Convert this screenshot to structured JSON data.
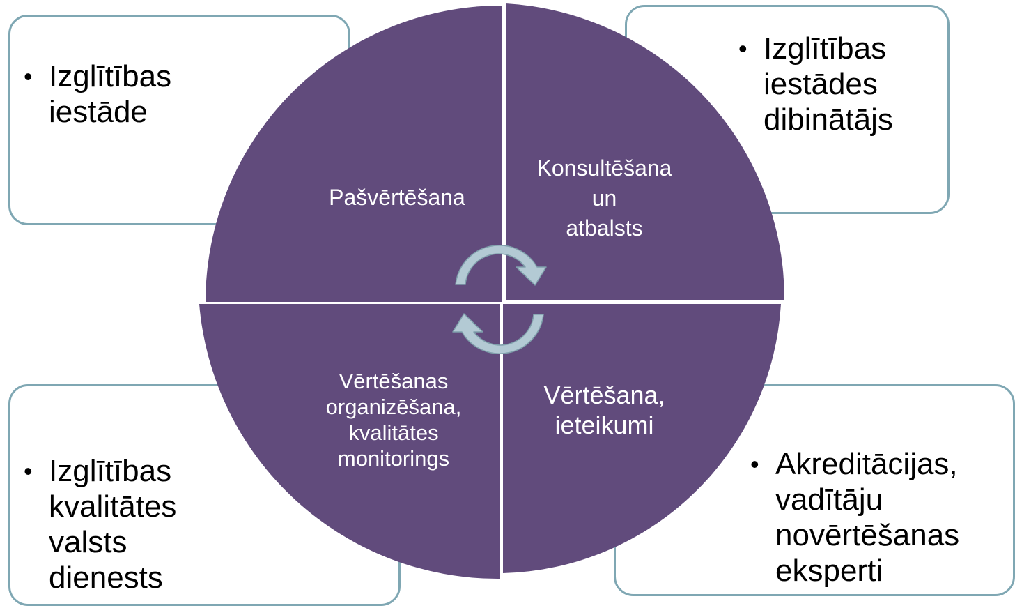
{
  "colors": {
    "quadrant_fill": "#614b7c",
    "box_border": "#7fa7b3",
    "arrow_fill": "#b3cad4",
    "arrow_outline": "#7f9fab"
  },
  "quadrants": {
    "top_left": {
      "lines": [
        "Pašvērtēšana"
      ]
    },
    "top_right": {
      "lines": [
        "Konsultēšana",
        "un",
        "atbalsts"
      ]
    },
    "bottom_left": {
      "lines": [
        "Vērtēšanas",
        "organizēšana,",
        "kvalitātes",
        "monitorings"
      ]
    },
    "bottom_right": {
      "lines": [
        "Vērtēšana,",
        "ieteikumi"
      ]
    }
  },
  "boxes": {
    "top_left": {
      "lines": [
        "Izglītības",
        "iestāde"
      ]
    },
    "top_right": {
      "lines": [
        "Izglītības",
        "iestādes",
        "dibinātājs"
      ]
    },
    "bottom_left": {
      "lines": [
        "Izglītības",
        "kvalitātes",
        "valsts",
        "dienests"
      ]
    },
    "bottom_right": {
      "lines": [
        "Akreditācijas,",
        "vadītāju",
        "novērtēšanas",
        "eksperti"
      ]
    }
  },
  "cycle_arrows": {
    "icon": "circular-cycle-arrows",
    "count": 2
  }
}
